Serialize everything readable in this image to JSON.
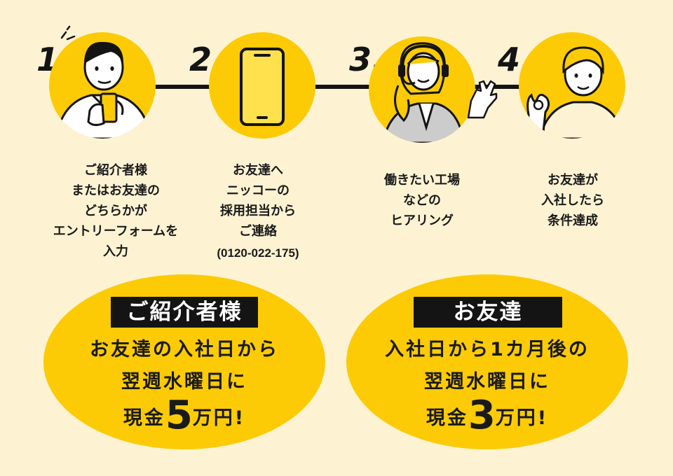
{
  "steps": [
    {
      "number": "1.",
      "icon": "man-holding-smartphone-icon",
      "lines": [
        "ご紹介者様",
        "またはお友達の",
        "どちらかが",
        "エントリーフォームを",
        "入力"
      ]
    },
    {
      "number": "2.",
      "icon": "smartphone-icon",
      "lines": [
        "お友達へ",
        "ニッコーの",
        "採用担当から",
        "ご連絡"
      ],
      "phone": "(0120-022-175)"
    },
    {
      "number": "3.",
      "icon": "headset-operator-icon",
      "lines": [
        "働きたい工場",
        "などの",
        "ヒアリング"
      ]
    },
    {
      "number": "4.",
      "icon": "ok-gesture-person-icon",
      "lines": [
        "お友達が",
        "入社したら",
        "条件達成"
      ]
    }
  ],
  "rewards": [
    {
      "tag": "ご紹介者様",
      "line1": "お友達の入社日から",
      "line2": "翌週水曜日に",
      "prefix": "現金",
      "amount": "5",
      "suffix": "万円!"
    },
    {
      "tag": "お友達",
      "line1": "入社日から1カ月後の",
      "line2": "翌週水曜日に",
      "prefix": "現金",
      "amount": "3",
      "suffix": "万円!"
    }
  ],
  "colors": {
    "accent": "#fccb05",
    "background": "#fdf3d3",
    "ink": "#141414"
  }
}
